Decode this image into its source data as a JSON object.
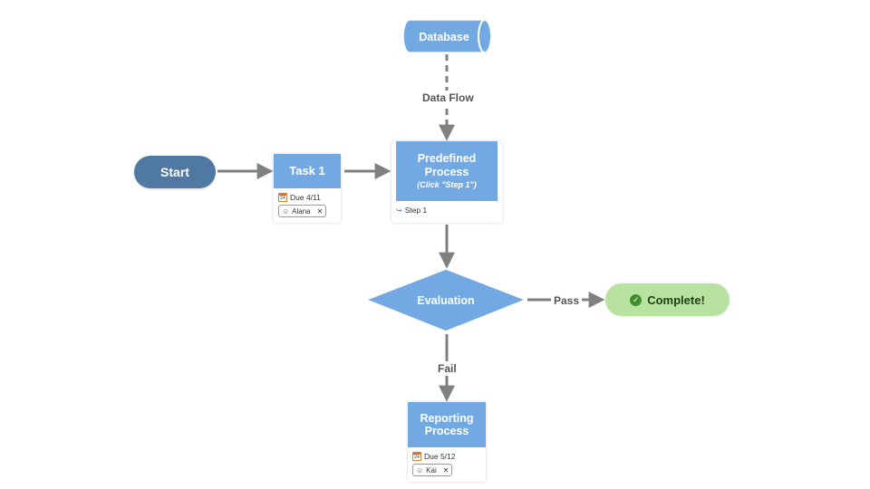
{
  "nodes": {
    "database": "Database",
    "start": "Start",
    "task1": {
      "title": "Task 1",
      "due": "Due 4/11",
      "assignee": "Alana",
      "calendar_day": "24"
    },
    "predefined": {
      "title_line1": "Predefined",
      "title_line2": "Process",
      "subtitle": "(Click \"Step 1\")",
      "link": "Step 1"
    },
    "evaluation": "Evaluation",
    "complete": "Complete!",
    "reporting": {
      "title_line1": "Reporting",
      "title_line2": "Process",
      "due": "Due 5/12",
      "assignee": "Kai",
      "calendar_day": "24"
    }
  },
  "edges": {
    "data_flow": "Data Flow",
    "pass": "Pass",
    "fail": "Fail"
  },
  "colors": {
    "node_blue": "#72a9e2",
    "start_blue": "#4f78a3",
    "complete_green": "#b8e2a0",
    "arrow_gray": "#808080"
  },
  "icons": {
    "calendar": "calendar-icon",
    "user": "user-icon",
    "remove": "close-icon",
    "step_link": "link-icon",
    "check": "check-circle-icon"
  }
}
